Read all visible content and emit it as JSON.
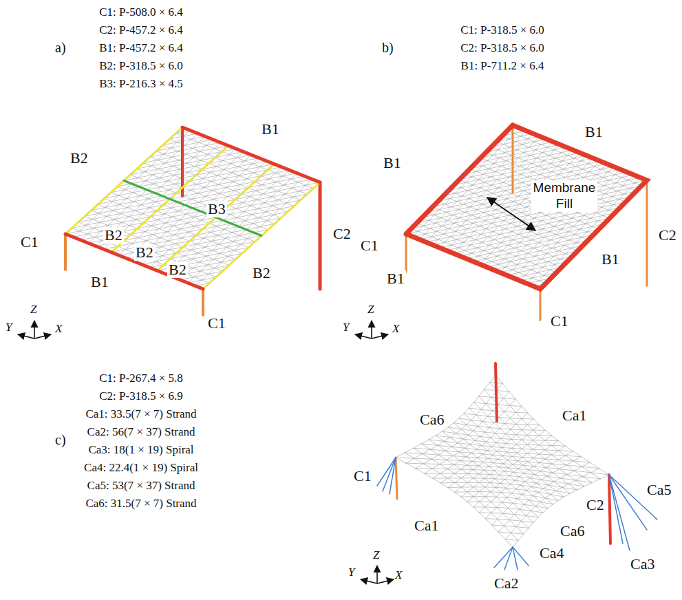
{
  "diagram": {
    "labels": [
      "a)",
      "C1: P-508.0 × 6.4",
      "C2: P-457.2 × 6.4",
      "B1: P-457.2 × 6.4",
      "B2: P-318.5 × 6.0",
      "B3: P-216.3 × 4.5",
      "B1",
      "B2",
      "B2",
      "B3",
      "B2",
      "B2",
      "C1",
      "B1",
      "B2",
      "C2",
      "C1",
      "Z",
      "Y",
      "X",
      "b)",
      "C1: P-318.5 × 6.0",
      "C2: P-318.5 × 6.0",
      "B1: P-711.2 × 6.4",
      "B1",
      "B1",
      "Membrane Fill",
      "C1",
      "C2",
      "B1",
      "B1",
      "C1",
      "Z",
      "Y",
      "X",
      "c)",
      "C1: P-267.4 × 5.8",
      "C2: P-318.5 × 6.9",
      "Ca1: 33.5(7 × 7) Strand",
      "Ca2: 56(7 × 37) Strand",
      "Ca3: 18(1 × 19) Spiral",
      "Ca4: 22.4(1 × 19) Spiral",
      "Ca5: 53(7 × 37) Strand",
      "Ca6: 31.5(7 × 7) Strand",
      "Ca6",
      "Ca1",
      "C1",
      "C2",
      "Ca5",
      "Ca1",
      "Ca6",
      "Ca4",
      "Ca3",
      "Ca2",
      "Z",
      "Y",
      "X"
    ]
  }
}
